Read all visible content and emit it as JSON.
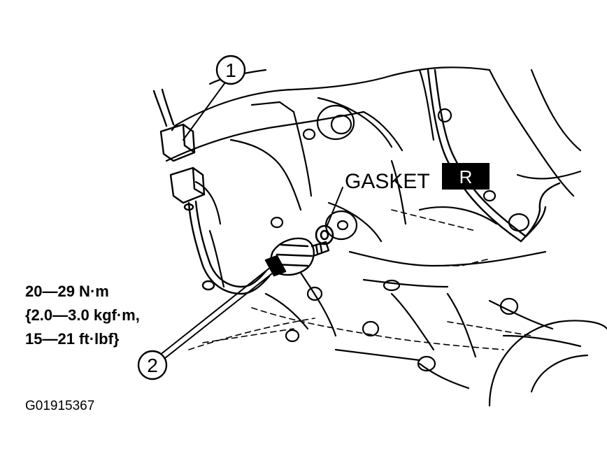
{
  "callouts": [
    {
      "id": "1",
      "label": "1"
    },
    {
      "id": "2",
      "label": "2"
    }
  ],
  "gasket": {
    "label": "GASKET",
    "badge": "R"
  },
  "torque_spec": {
    "line1": "20—29 N·m",
    "line2": "{2.0—3.0 kgf·m,",
    "line3": "15—21 ft·lbf}"
  },
  "figure_code": "G01915367",
  "colors": {
    "ink": "#000000",
    "paper": "#ffffff",
    "badge_text": "#ffffff"
  }
}
